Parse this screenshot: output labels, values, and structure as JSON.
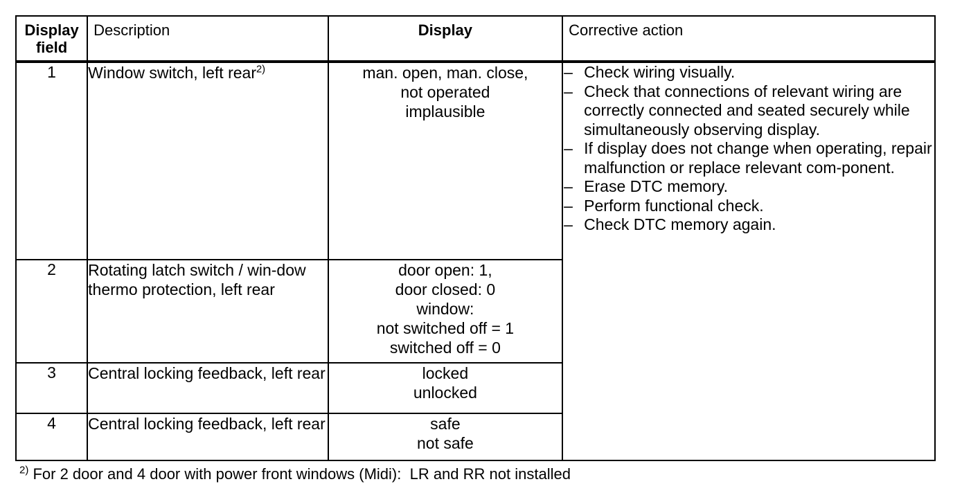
{
  "document": {
    "type": "service-manual-diagnostic-table",
    "ink_color": "#000000",
    "paper_color": "#ffffff"
  },
  "table": {
    "headers": {
      "display_field": "Display\nfield",
      "display_field_line1": "Display",
      "display_field_line2": "field",
      "description": "Description",
      "display": "Display",
      "corrective_action": "Corrective action"
    },
    "rows": [
      {
        "field": "1",
        "description_prefix": "Window switch, left rear",
        "description_superscript": "2)",
        "display": "man. open, man. close,\nnot operated\nimplausible"
      },
      {
        "field": "2",
        "description_prefix": "Rotating latch switch / win-dow thermo protection, left rear",
        "description_superscript": "",
        "display": "door open:  1,\ndoor closed:  0\nwindow:\nnot switched off = 1\nswitched off = 0"
      },
      {
        "field": "3",
        "description_prefix": "Central locking feedback, left rear",
        "description_superscript": "",
        "display": "locked\nunlocked"
      },
      {
        "field": "4",
        "description_prefix": "Central locking feedback, left rear",
        "description_superscript": "",
        "display": "safe\nnot safe"
      }
    ],
    "corrective_action": {
      "bullet_marker": "–",
      "items": [
        "Check wiring visually.",
        "Check that connections of relevant wiring are correctly connected and seated securely while simultaneously observing display.",
        "If display does not change when operating, repair malfunction or replace relevant com-ponent.",
        "Erase DTC memory.",
        "Perform functional check.",
        "Check DTC memory again."
      ]
    }
  },
  "footnote": {
    "marker": "2)",
    "text": " For 2 door and 4 door with power front windows (Midi):  LR and RR not installed"
  }
}
